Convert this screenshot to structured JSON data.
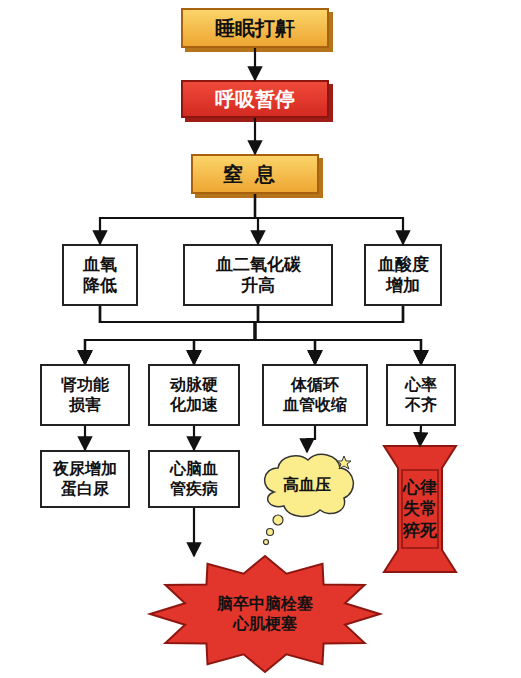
{
  "diagram": {
    "nodes": [
      {
        "text": [
          "睡眠打鼾"
        ]
      },
      {
        "text": [
          "呼吸暂停"
        ]
      },
      {
        "text": [
          "窒息"
        ]
      },
      {
        "text": [
          "血氧 降低"
        ]
      },
      {
        "text": [
          "血二氧化碳 升高"
        ]
      },
      {
        "text": [
          "血酸度 增加"
        ]
      },
      {
        "text": [
          "肾功能 损害"
        ]
      },
      {
        "text": [
          "动脉硬 化加速"
        ]
      },
      {
        "text": [
          "体循环 血管收缩"
        ]
      },
      {
        "text": [
          "心率 不齐"
        ]
      },
      {
        "text": [
          "夜尿增加 蛋白尿"
        ]
      },
      {
        "text": [
          "心脑血 管疾病"
        ]
      },
      {
        "text": [
          "高血压"
        ]
      },
      {
        "text": [
          "心律 失常 猝死"
        ]
      },
      {
        "text": [
          "脑卒中脑栓塞 心肌梗塞"
        ]
      }
    ],
    "edges": [
      {
        "from": 0,
        "to": 1,
        "arrow": "to"
      },
      {
        "from": 1,
        "to": 2,
        "arrow": "to"
      },
      {
        "from": 2,
        "to": 3,
        "arrow": "to"
      },
      {
        "from": 2,
        "to": 4,
        "arrow": "to"
      },
      {
        "from": 2,
        "to": 5,
        "arrow": "to"
      },
      {
        "from": 3,
        "to": 6,
        "arrow": "to"
      },
      {
        "from": 3,
        "to": 7,
        "arrow": "to"
      },
      {
        "from": 3,
        "to": 8,
        "arrow": "to"
      },
      {
        "from": 3,
        "to": 9,
        "arrow": "to"
      },
      {
        "from": 4,
        "to": 6,
        "arrow": "to"
      },
      {
        "from": 4,
        "to": 7,
        "arrow": "to"
      },
      {
        "from": 4,
        "to": 8,
        "arrow": "to"
      },
      {
        "from": 4,
        "to": 9,
        "arrow": "to"
      },
      {
        "from": 5,
        "to": 6,
        "arrow": "to"
      },
      {
        "from": 5,
        "to": 7,
        "arrow": "to"
      },
      {
        "from": 5,
        "to": 8,
        "arrow": "to"
      },
      {
        "from": 5,
        "to": 9,
        "arrow": "to"
      },
      {
        "from": 6,
        "to": 10,
        "arrow": "to"
      },
      {
        "from": 7,
        "to": 11,
        "arrow": "to"
      },
      {
        "from": 8,
        "to": 12,
        "arrow": "to"
      },
      {
        "from": 9,
        "to": 13,
        "arrow": "to"
      },
      {
        "from": 11,
        "to": 14,
        "arrow": "to"
      }
    ]
  }
}
